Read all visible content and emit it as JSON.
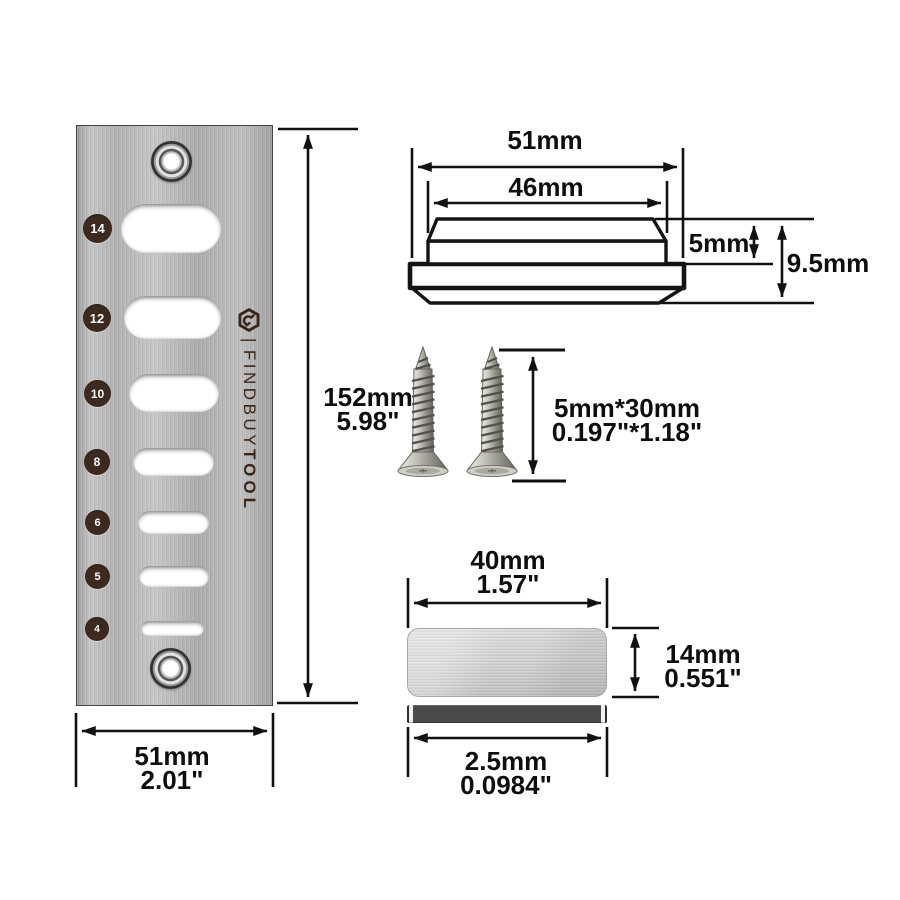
{
  "brand": {
    "separator": "|",
    "name_regular": "FINDBUY",
    "name_bold": "TOOL",
    "icon": "hexagon-wrench-icon"
  },
  "plate_front_view": {
    "slot_labels": [
      "14",
      "12",
      "10",
      "8",
      "6",
      "5",
      "4"
    ],
    "height_mm": "152mm",
    "height_inch": "5.98\"",
    "width_mm": "51mm",
    "width_inch": "2.01\""
  },
  "plate_side_view": {
    "overall_width": "51mm",
    "insert_width": "46mm",
    "insert_height": "5mm",
    "overall_height": "9.5mm"
  },
  "screws": {
    "size_mm": "5mm*30mm",
    "size_inch": "0.197\"*1.18\""
  },
  "backing_plate": {
    "width_mm": "40mm",
    "width_inch": "1.57\"",
    "height_mm": "14mm",
    "height_inch": "0.551\""
  },
  "strip": {
    "thickness_mm": "2.5mm",
    "thickness_inch": "0.0984\""
  },
  "colors": {
    "badge_brown": "#3b2a1d",
    "logo_brown": "#3a2516",
    "line_black": "#111111",
    "plate_metal": "#b5b5b5",
    "strip_gray": "#4a4a4a"
  }
}
